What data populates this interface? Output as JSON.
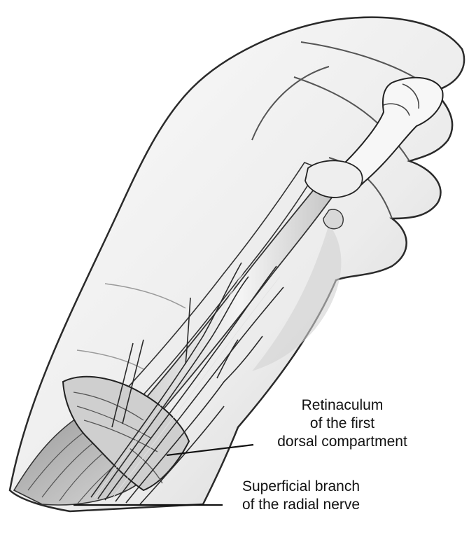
{
  "labels": {
    "retinaculum": {
      "lines": [
        "Retinaculum",
        "of the first",
        "dorsal compartment"
      ]
    },
    "radial_nerve": {
      "lines": [
        "Superficial branch",
        "of the radial nerve"
      ]
    }
  },
  "colors": {
    "ink": "#111111",
    "skin": "#f2f2f2",
    "shadow": "#bdbdbd",
    "tendon": "#e4e4e4",
    "nerve": "#d6d6d6"
  }
}
